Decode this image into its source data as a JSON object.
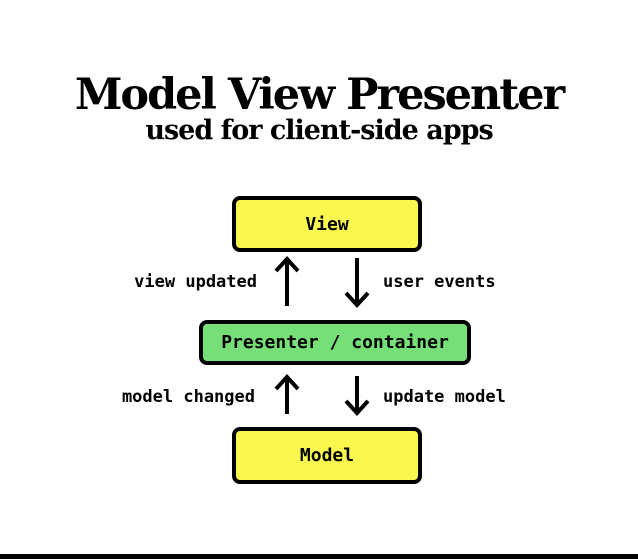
{
  "title": "Model View Presenter",
  "subtitle": "used for client-side apps",
  "colors": {
    "box-yellow": "#FAF84F",
    "box-green": "#77DF77",
    "ink": "#000000",
    "bg": "#FFFFFF"
  },
  "diagram": {
    "type": "flowchart",
    "nodes": [
      {
        "id": "view",
        "label": "View",
        "color": "yellow"
      },
      {
        "id": "presenter",
        "label": "Presenter / container",
        "color": "green"
      },
      {
        "id": "model",
        "label": "Model",
        "color": "yellow"
      }
    ],
    "edges": [
      {
        "from": "presenter",
        "to": "view",
        "direction": "up",
        "label": "view updated"
      },
      {
        "from": "view",
        "to": "presenter",
        "direction": "down",
        "label": "user events"
      },
      {
        "from": "model",
        "to": "presenter",
        "direction": "up",
        "label": "model changed"
      },
      {
        "from": "presenter",
        "to": "model",
        "direction": "down",
        "label": "update model"
      }
    ]
  }
}
